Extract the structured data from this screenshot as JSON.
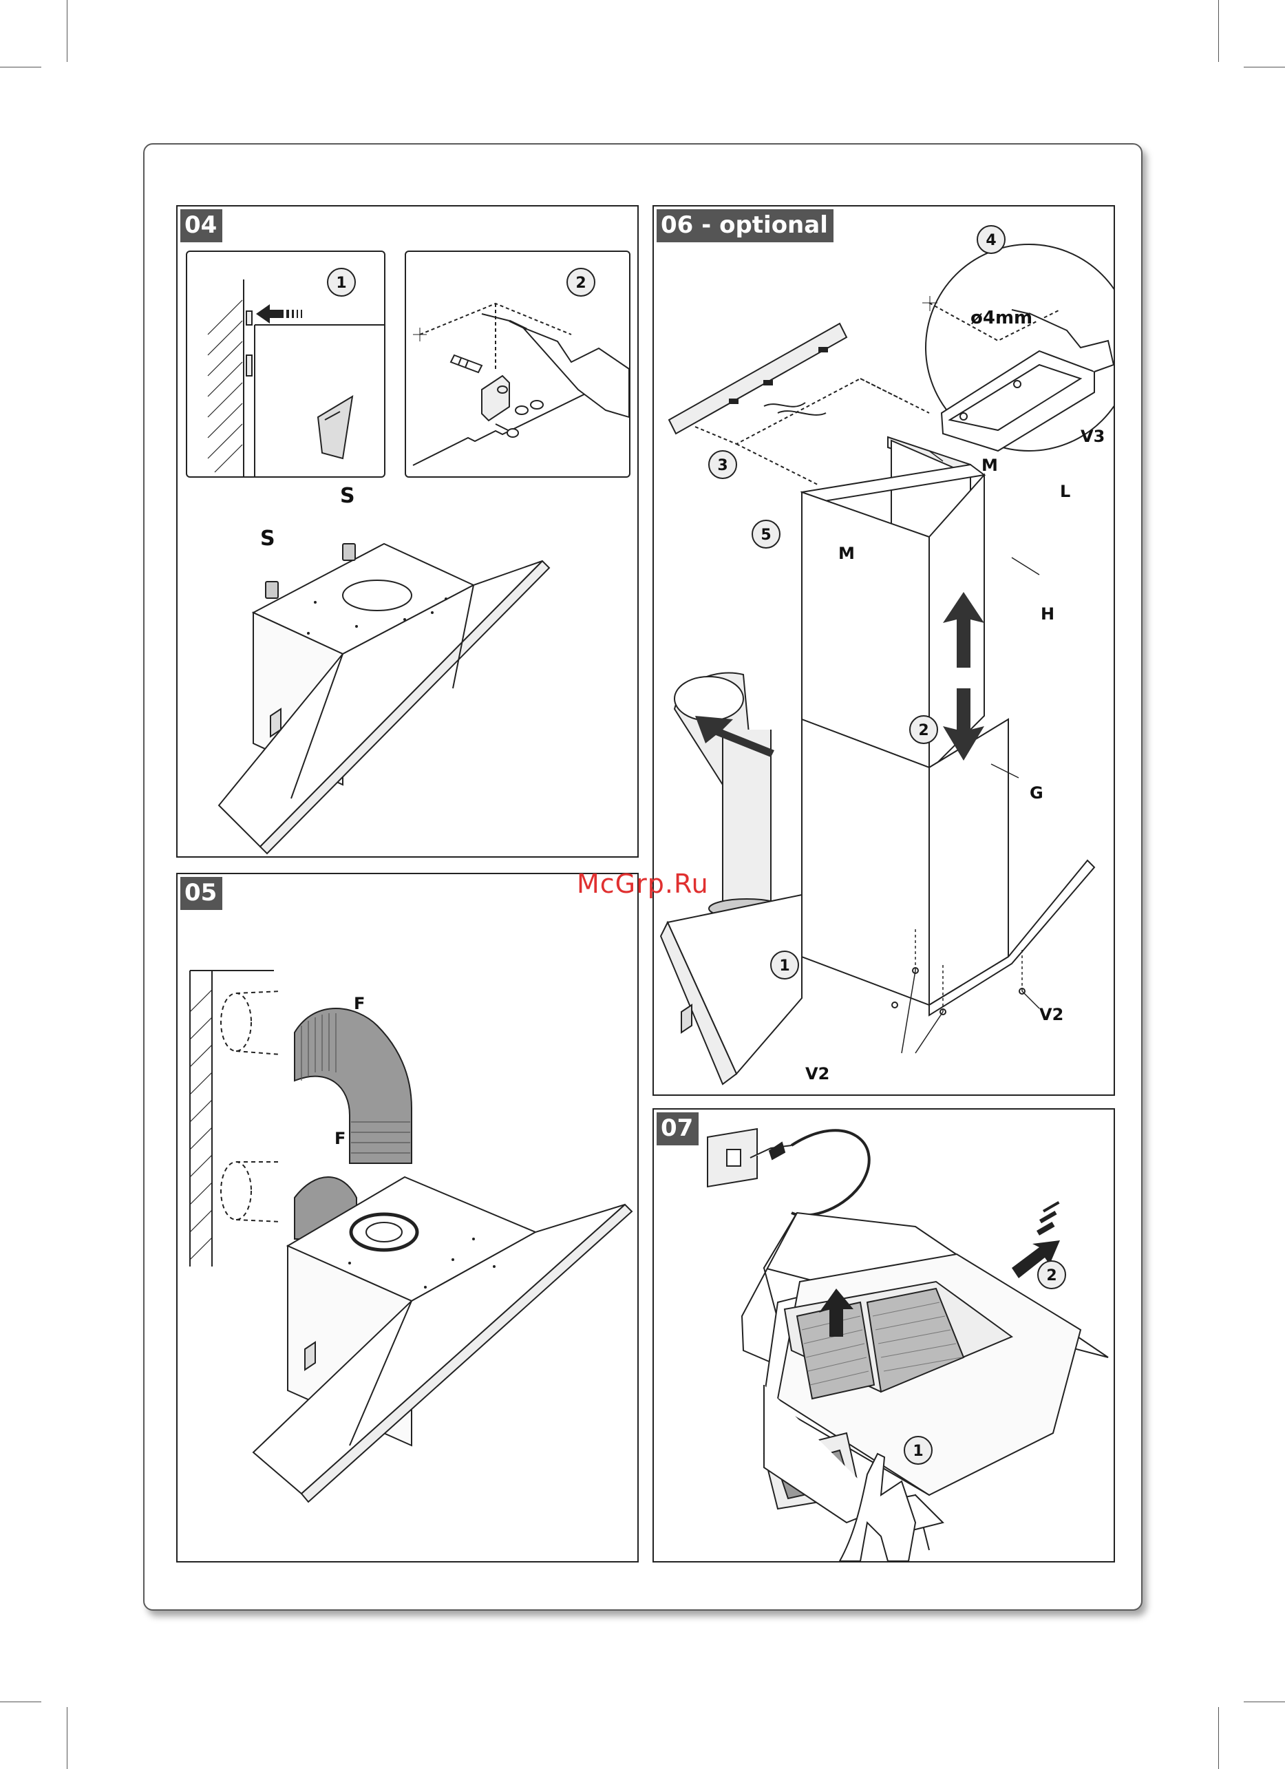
{
  "panels": {
    "p04": {
      "tag": "04",
      "sub1_num": "1",
      "sub2_num": "2",
      "label_s1": "S",
      "label_s2": "S"
    },
    "p05": {
      "tag": "05",
      "label_f1": "F",
      "label_f2": "F"
    },
    "p06": {
      "tag": "06 - optional",
      "num1": "1",
      "num2": "2",
      "num3": "3",
      "num4": "4",
      "num5": "5",
      "label_dia": "ø4mm",
      "label_v3": "V3",
      "label_m1": "M",
      "label_m2": "M",
      "label_l": "L",
      "label_h": "H",
      "label_g": "G",
      "label_v2a": "V2",
      "label_v2b": "V2"
    },
    "p07": {
      "tag": "07",
      "num1": "1",
      "num2": "2"
    }
  },
  "watermark": "McGrp.Ru",
  "icons": [
    "arrow-icon",
    "drill-icon",
    "dowel-icon",
    "screw-icon",
    "plug-icon",
    "hand-icon"
  ]
}
